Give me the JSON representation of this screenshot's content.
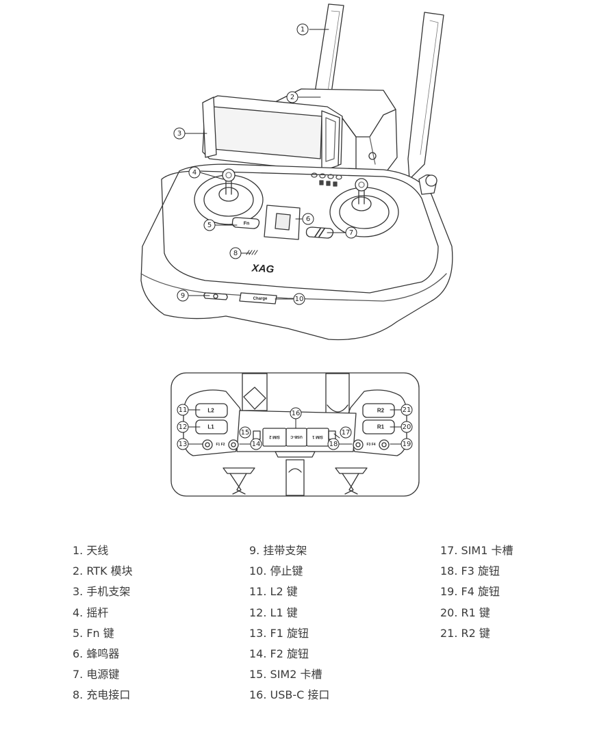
{
  "diagram": {
    "labels": {
      "fn_button": "Fn",
      "brand_logo": "XAG",
      "charge_port": "Charge",
      "l2": "L2",
      "l1": "L1",
      "r2": "R2",
      "r1": "R1",
      "f1f2": "F1  F2",
      "f3f4": "F3  F4",
      "sim2_slot": "SIM 2",
      "usbc_port": "USB-C",
      "sim1_slot": "SIM 1"
    },
    "callouts": [
      "1",
      "2",
      "3",
      "4",
      "5",
      "6",
      "7",
      "8",
      "9",
      "10",
      "11",
      "12",
      "13",
      "14",
      "15",
      "16",
      "17",
      "18",
      "19",
      "20",
      "21"
    ]
  },
  "legend": {
    "columns": [
      [
        "1. 天线",
        "2. RTK 模块",
        "3. 手机支架",
        "4. 摇杆",
        "5. Fn 键",
        "6. 蜂鸣器",
        "7. 电源键",
        "8. 充电接口"
      ],
      [
        "9. 挂带支架",
        "10. 停止键",
        "11. L2 键",
        "12. L1 键",
        "13. F1 旋钮",
        "14. F2 旋钮",
        "15. SIM2 卡槽",
        "16. USB-C 接口"
      ],
      [
        "17. SIM1 卡槽",
        "18. F3 旋钮",
        "19. F4 旋钮",
        "20. R1 键",
        "21. R2 键"
      ]
    ]
  }
}
